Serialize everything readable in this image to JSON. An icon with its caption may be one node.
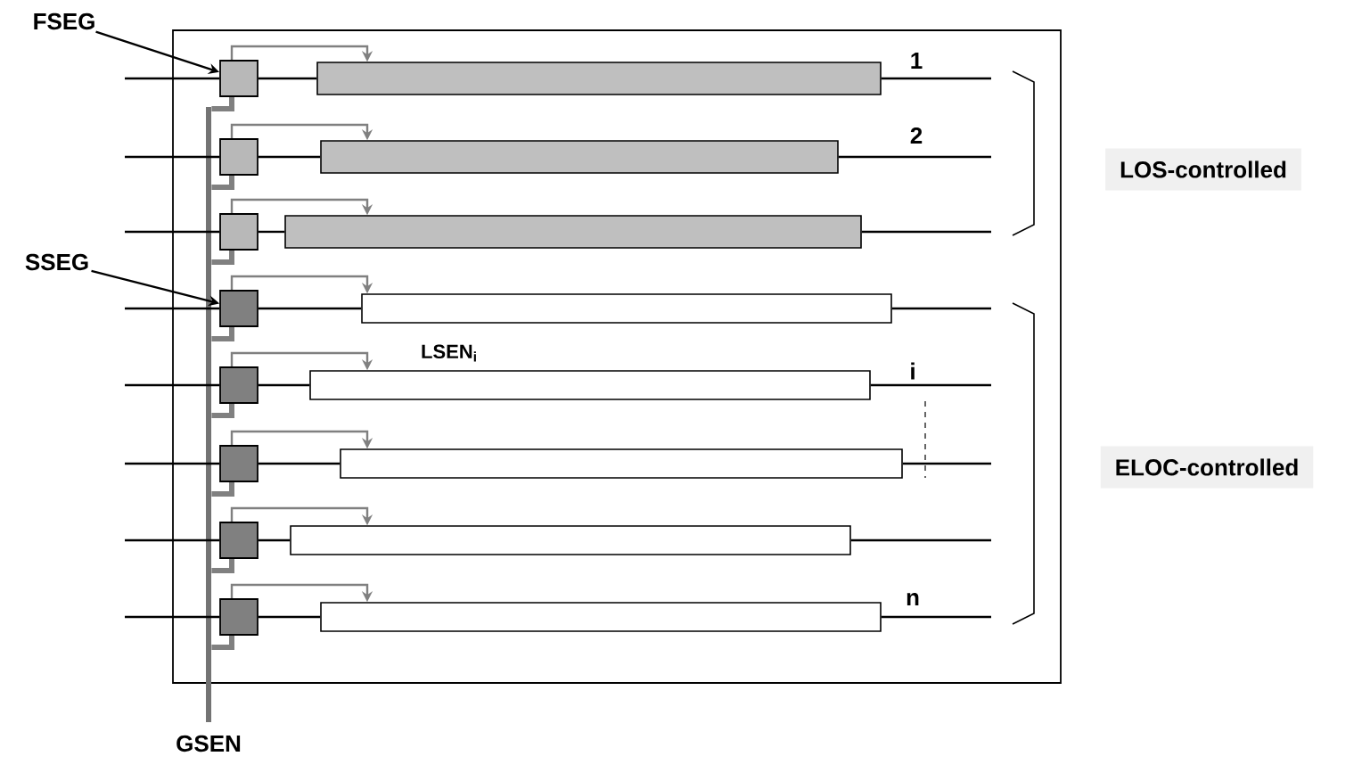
{
  "diagram": {
    "nodes": [
      {
        "text": [],
        "shape": "box"
      },
      {
        "text": [
          "FSEG"
        ]
      },
      {
        "text": [
          "SSEG"
        ]
      },
      {
        "text": [],
        "shape": "box",
        "in": 0
      },
      {
        "text": [],
        "shape": "bar",
        "in": 0
      },
      {
        "text": [],
        "shape": "box",
        "in": 0
      },
      {
        "text": [],
        "shape": "bar",
        "in": 0
      },
      {
        "text": [],
        "shape": "box",
        "in": 0
      },
      {
        "text": [],
        "shape": "bar",
        "in": 0
      },
      {
        "text": [],
        "shape": "box",
        "in": 0
      },
      {
        "text": [],
        "shape": "bar",
        "in": 0
      },
      {
        "text": [],
        "shape": "box",
        "in": 0
      },
      {
        "text": [],
        "shape": "bar",
        "in": 0
      },
      {
        "text": [],
        "shape": "box",
        "in": 0
      },
      {
        "text": [],
        "shape": "bar",
        "in": 0
      },
      {
        "text": [],
        "shape": "box",
        "in": 0
      },
      {
        "text": [],
        "shape": "bar",
        "in": 0
      },
      {
        "text": [],
        "shape": "box",
        "in": 0
      },
      {
        "text": [],
        "shape": "bar",
        "in": 0
      },
      {
        "text": [
          "LOS-controlled"
        ]
      },
      {
        "text": [
          "ELOC-controlled"
        ]
      },
      {
        "text": [
          "GSEN"
        ]
      }
    ],
    "edges": [
      {
        "from": 1,
        "to": 3,
        "arrow": "to"
      },
      {
        "from": 2,
        "to": 9,
        "arrow": "to"
      },
      {
        "from": null,
        "to": 3,
        "arrow": "none"
      },
      {
        "from": 3,
        "to": 4,
        "arrow": "none"
      },
      {
        "from": 3,
        "to": 4,
        "arrow": "to",
        "color": "#808080"
      },
      {
        "from": 4,
        "to": null,
        "arrow": "none"
      },
      {
        "from": null,
        "to": 5,
        "arrow": "none"
      },
      {
        "from": 5,
        "to": 6,
        "arrow": "none"
      },
      {
        "from": 5,
        "to": 6,
        "arrow": "to",
        "color": "#808080"
      },
      {
        "from": 6,
        "to": null,
        "arrow": "none"
      },
      {
        "from": null,
        "to": 7,
        "arrow": "none"
      },
      {
        "from": 7,
        "to": 8,
        "arrow": "none"
      },
      {
        "from": 7,
        "to": 8,
        "arrow": "to",
        "color": "#808080"
      },
      {
        "from": 8,
        "to": null,
        "arrow": "none"
      },
      {
        "from": null,
        "to": 9,
        "arrow": "none"
      },
      {
        "from": 9,
        "to": 10,
        "arrow": "none"
      },
      {
        "from": 9,
        "to": 10,
        "arrow": "to",
        "color": "#808080"
      },
      {
        "from": 10,
        "to": null,
        "arrow": "none"
      },
      {
        "from": null,
        "to": 11,
        "arrow": "none"
      },
      {
        "from": 11,
        "to": 12,
        "arrow": "none"
      },
      {
        "from": 11,
        "to": 12,
        "arrow": "to",
        "color": "#808080"
      },
      {
        "from": 12,
        "to": null,
        "arrow": "none"
      },
      {
        "from": null,
        "to": 13,
        "arrow": "none"
      },
      {
        "from": 13,
        "to": 14,
        "arrow": "none"
      },
      {
        "from": 13,
        "to": 14,
        "arrow": "to",
        "color": "#808080"
      },
      {
        "from": 14,
        "to": null,
        "arrow": "none"
      },
      {
        "from": null,
        "to": 15,
        "arrow": "none"
      },
      {
        "from": 15,
        "to": 16,
        "arrow": "none"
      },
      {
        "from": 15,
        "to": 16,
        "arrow": "to",
        "color": "#808080"
      },
      {
        "from": 16,
        "to": null,
        "arrow": "none"
      },
      {
        "from": null,
        "to": 17,
        "arrow": "none"
      },
      {
        "from": 17,
        "to": 18,
        "arrow": "none"
      },
      {
        "from": 17,
        "to": 18,
        "arrow": "to",
        "color": "#808080"
      },
      {
        "from": 18,
        "to": null,
        "arrow": "none"
      },
      {
        "from": 21,
        "to": 3,
        "arrow": "none",
        "color": "#808080",
        "style": "thick"
      },
      {
        "from": 21,
        "to": 5,
        "arrow": "none",
        "color": "#808080",
        "style": "thick"
      },
      {
        "from": 21,
        "to": 7,
        "arrow": "none",
        "color": "#808080",
        "style": "thick"
      },
      {
        "from": 21,
        "to": 9,
        "arrow": "none",
        "color": "#808080",
        "style": "thick"
      },
      {
        "from": 21,
        "to": 11,
        "arrow": "none",
        "color": "#808080",
        "style": "thick"
      },
      {
        "from": 21,
        "to": 13,
        "arrow": "none",
        "color": "#808080",
        "style": "thick"
      },
      {
        "from": 21,
        "to": 15,
        "arrow": "none",
        "color": "#808080",
        "style": "thick"
      },
      {
        "from": 21,
        "to": 17,
        "arrow": "none",
        "color": "#808080",
        "style": "thick"
      }
    ],
    "labels": [
      "1",
      "2",
      "LSEN$_{i}$",
      "i",
      "n"
    ]
  }
}
